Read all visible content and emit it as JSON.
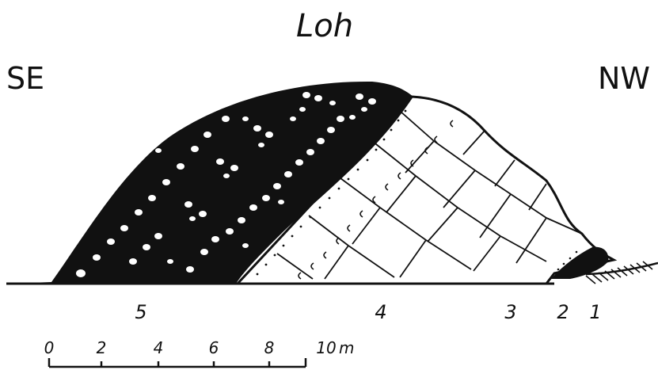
{
  "title": "Loh",
  "orientation": {
    "left": "SE",
    "right": "NW"
  },
  "layers": [
    "5",
    "4",
    "3",
    "2",
    "1"
  ],
  "scale": {
    "ticks": [
      "0",
      "2",
      "4",
      "6",
      "8",
      "10"
    ],
    "unit": "m"
  },
  "colors": {
    "ink": "#111111",
    "background": "#ffffff"
  }
}
